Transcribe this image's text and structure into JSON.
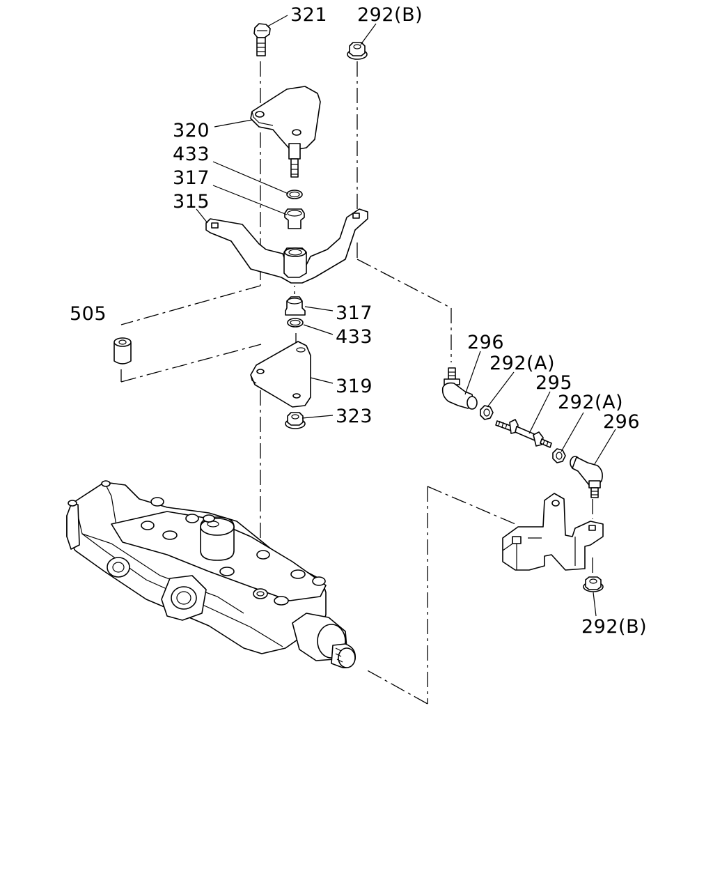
{
  "callouts": {
    "bolt_321": "321",
    "nut_292b_top": "292(B)",
    "bracket_320": "320",
    "oring_433_top": "433",
    "bushing_317_top": "317",
    "arm_315": "315",
    "spacer_505": "505",
    "bushing_317_bottom": "317",
    "oring_433_bottom": "433",
    "plate_319": "319",
    "nut_323": "323",
    "ball_joint_296_left": "296",
    "nut_292a_left": "292(A)",
    "rod_295": "295",
    "nut_292a_right": "292(A)",
    "ball_joint_296_right": "296",
    "nut_292b_bottom": "292(B)"
  }
}
